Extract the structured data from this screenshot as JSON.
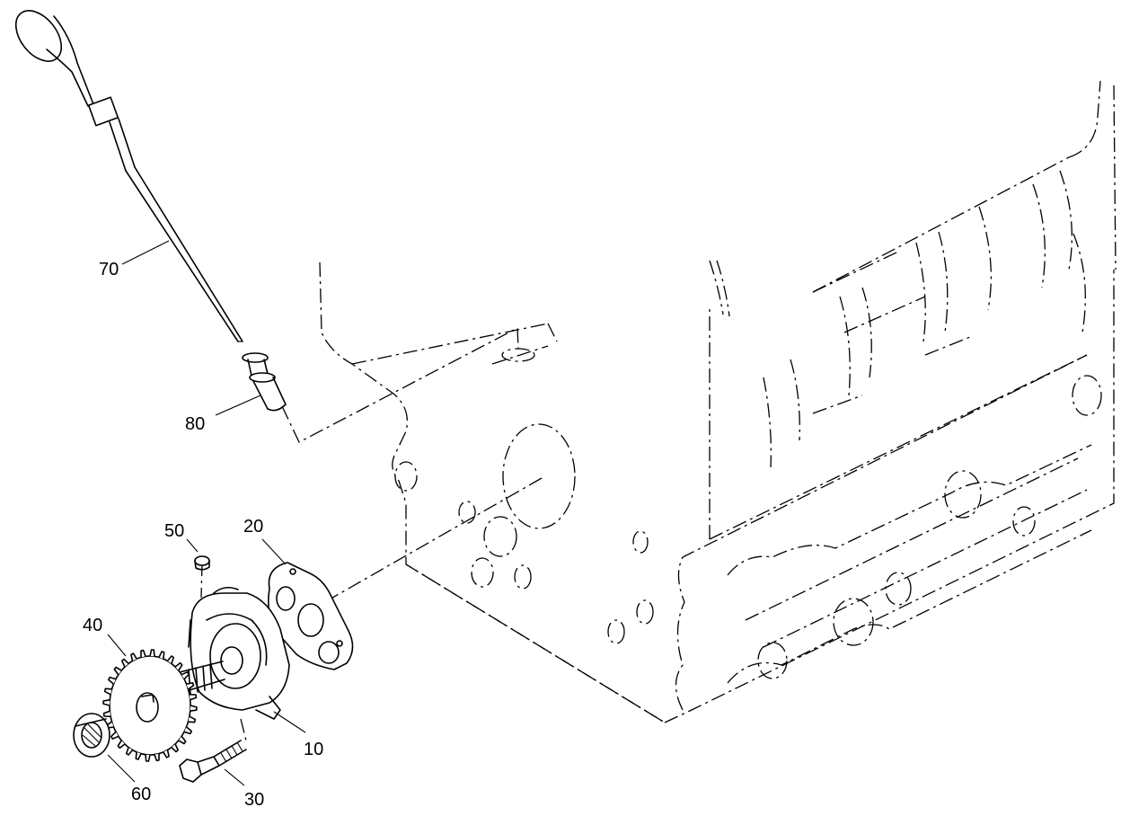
{
  "diagram": {
    "part_labels": {
      "p10": "10",
      "p20": "20",
      "p30": "30",
      "p40": "40",
      "p50": "50",
      "p60": "60",
      "p70": "70",
      "p80": "80"
    }
  }
}
